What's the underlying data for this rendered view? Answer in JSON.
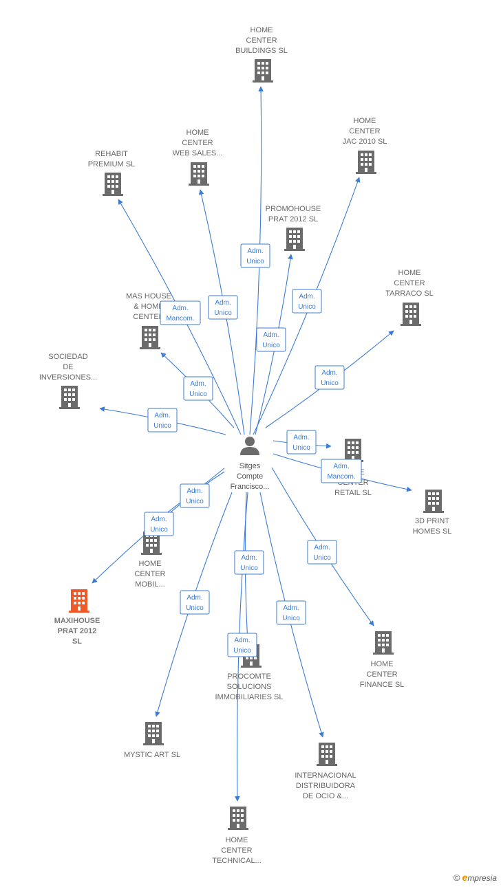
{
  "center": {
    "lines": [
      "Sitges",
      "Compte",
      "Francisco..."
    ],
    "icon": "person-icon"
  },
  "colors": {
    "edge": "#3a7bd5",
    "building": "#6b6b6b",
    "focus_building": "#f05a28"
  },
  "nodes": [
    {
      "id": "home-center-buildings",
      "lines": [
        "HOME",
        "CENTER",
        "BUILDINGS  SL"
      ],
      "role": "Adm.|Unico",
      "focus": false
    },
    {
      "id": "home-center-jac-2010",
      "lines": [
        "HOME",
        "CENTER",
        "JAC 2010  SL"
      ],
      "role": "Adm.|Unico",
      "focus": false
    },
    {
      "id": "home-center-web-sales",
      "lines": [
        "HOME",
        "CENTER",
        "WEB SALES..."
      ],
      "role": "Adm.|Unico",
      "focus": false
    },
    {
      "id": "rehabit-premium",
      "lines": [
        "REHABIT",
        "PREMIUM  SL"
      ],
      "role": "Adm.|Mancom.",
      "focus": false
    },
    {
      "id": "promohouse-prat-2012",
      "lines": [
        "PROMOHOUSE",
        "PRAT 2012  SL"
      ],
      "role": "Adm.|Unico",
      "focus": false
    },
    {
      "id": "home-center-tarraco",
      "lines": [
        "HOME",
        "CENTER",
        "TARRACO  SL"
      ],
      "role": "Adm.|Unico",
      "focus": false
    },
    {
      "id": "mas-house-home-center",
      "lines": [
        "MAS HOUSE",
        "& HOME",
        "CENTER"
      ],
      "role": "Adm.|Unico",
      "focus": false
    },
    {
      "id": "sociedad-de-inversiones",
      "lines": [
        "SOCIEDAD",
        "DE",
        "INVERSIONES..."
      ],
      "role": "Adm.|Unico",
      "focus": false
    },
    {
      "id": "home-center-retail",
      "lines": [
        "HOME",
        "CENTER",
        "RETAIL  SL"
      ],
      "role": "Adm.|Unico",
      "focus": false
    },
    {
      "id": "3d-print-homes",
      "lines": [
        "3D PRINT",
        "HOMES  SL"
      ],
      "role": "Adm.|Mancom.",
      "focus": false
    },
    {
      "id": "home-center-mobil",
      "lines": [
        "HOME",
        "CENTER",
        "MOBIL..."
      ],
      "role": "Adm.|Unico",
      "focus": false
    },
    {
      "id": "maxihouse-prat-2012",
      "lines": [
        "MAXIHOUSE",
        "PRAT 2012",
        "SL"
      ],
      "role": "Adm.|Unico",
      "focus": true
    },
    {
      "id": "home-center-finance",
      "lines": [
        "HOME",
        "CENTER",
        "FINANCE  SL"
      ],
      "role": "Adm.|Unico",
      "focus": false
    },
    {
      "id": "procomte-solucions",
      "lines": [
        "PROCOMTE",
        "SOLUCIONS",
        "IMMOBILIARIES SL"
      ],
      "role": "Adm.|Unico",
      "focus": false
    },
    {
      "id": "mystic-art",
      "lines": [
        "MYSTIC ART SL"
      ],
      "role": "Adm.|Unico",
      "focus": false
    },
    {
      "id": "internacional-distribuidora",
      "lines": [
        "INTERNACIONAL",
        "DISTRIBUIDORA",
        "DE OCIO &..."
      ],
      "role": "Adm.|Unico",
      "focus": false
    },
    {
      "id": "home-center-technical",
      "lines": [
        "HOME",
        "CENTER",
        "TECHNICAL..."
      ],
      "role": "Adm.|Unico",
      "focus": false
    }
  ],
  "footer": {
    "copyright": "©",
    "brand_initial": "e",
    "brand_rest": "mpresia"
  }
}
